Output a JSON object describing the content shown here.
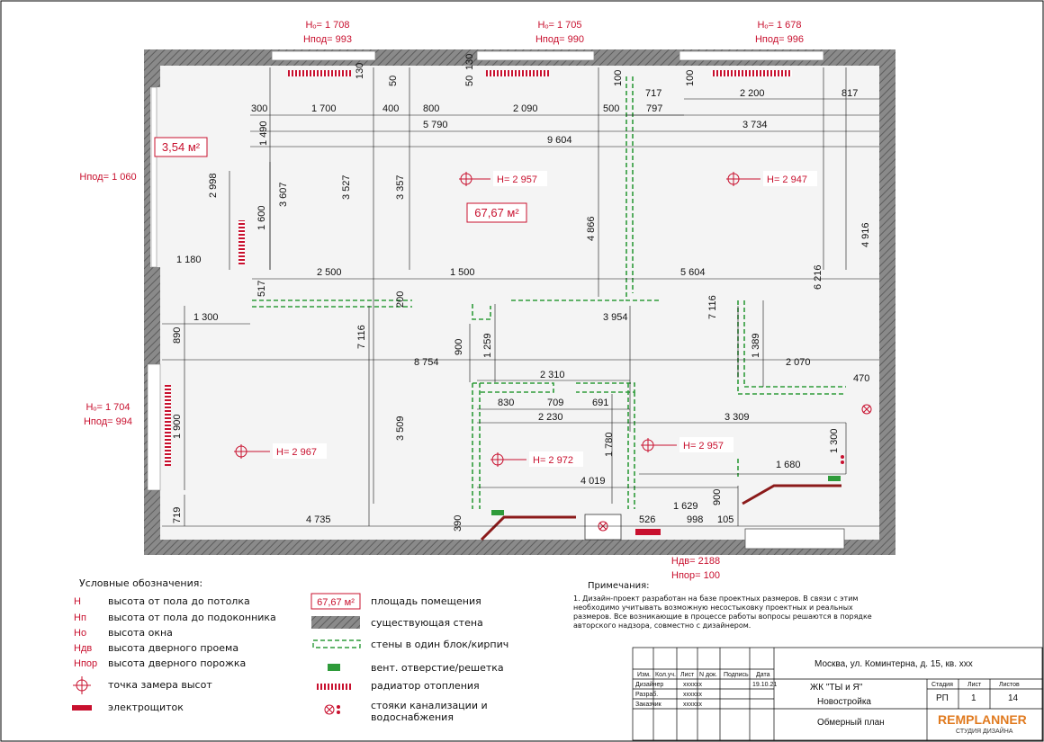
{
  "windows": [
    {
      "ho": "Hₒ= 1 708",
      "hpod": "Hпод= 993"
    },
    {
      "ho": "Hₒ= 1 705",
      "hpod": "Hпод= 990"
    },
    {
      "ho": "Hₒ= 1 678",
      "hpod": "Hпод= 996"
    }
  ],
  "left_labels": {
    "balcony_hpod": "Hпод= 1 060",
    "window_ho": "Hₒ= 1 704",
    "window_hpod": "Hпод= 994"
  },
  "door_labels": {
    "hdv": "Hдв= 2188",
    "hpor": "Hпор= 100"
  },
  "areas": {
    "balcony": "3,54 м²",
    "main": "67,67 м²"
  },
  "height_marks": [
    "H= 2 957",
    "H= 2 947",
    "H= 2 967",
    "H= 2 972",
    "H= 2 957"
  ],
  "dims": {
    "d130a": "130",
    "d50a": "50",
    "d50b": "50",
    "d130b": "130",
    "d100a": "100",
    "d100b": "100",
    "d300": "300",
    "d1700": "1 700",
    "d400": "400",
    "d800": "800",
    "d2090": "2 090",
    "d500": "500",
    "d797": "797",
    "d717": "717",
    "d2200": "2 200",
    "d817": "817",
    "d5790": "5 790",
    "d3734": "3 734",
    "d9604": "9 604",
    "d1490": "1 490",
    "d3607": "3 607",
    "d3527": "3 527",
    "d3357": "3 357",
    "d4866": "4 866",
    "d4916": "4 916",
    "d6216": "6 216",
    "d2998": "2 998",
    "d1180": "1 180",
    "d1600": "1 600",
    "d517": "517",
    "d2500": "2 500",
    "d1500": "1 500",
    "d5604": "5 604",
    "d200": "200",
    "d1300": "1 300",
    "d890": "890",
    "d7116a": "7 116",
    "d7116b": "7 116",
    "d3954": "3 954",
    "d900a": "900",
    "d1259": "1 259",
    "d8754": "8 754",
    "d1389": "1 389",
    "d2070": "2 070",
    "d470": "470",
    "d2310": "2 310",
    "d830": "830",
    "d709": "709",
    "d691": "691",
    "d2230": "2 230",
    "d3309": "3 309",
    "d1900": "1 900",
    "d3509": "3 509",
    "d1780": "1 780",
    "d1300b": "1 300",
    "d1680": "1 680",
    "d4019": "4 019",
    "d1629": "1 629",
    "d900b": "900",
    "d719": "719",
    "d4735": "4 735",
    "d390": "390",
    "d526": "526",
    "d998": "998",
    "d105": "105"
  },
  "legend_title": "Условные обозначения:",
  "legend_left": [
    {
      "sym": "H",
      "text": "высота от пола до потолка"
    },
    {
      "sym": "Hп",
      "text": "высота от пола до подоконника"
    },
    {
      "sym": "Hо",
      "text": "высота окна"
    },
    {
      "sym": "Hдв",
      "text": "высота дверного проема"
    },
    {
      "sym": "Hпор",
      "text": "высота дверного порожка"
    },
    {
      "sym": "",
      "text": "точка замера высот"
    },
    {
      "sym": "",
      "text": "электрощиток"
    }
  ],
  "legend_right": [
    {
      "sym": "67,67 м²",
      "text": "площадь помещения"
    },
    {
      "sym": "",
      "text": "существующая стена"
    },
    {
      "sym": "",
      "text": "стены в один блок/кирпич"
    },
    {
      "sym": "",
      "text": "вент. отверстие/решетка"
    },
    {
      "sym": "",
      "text": "радиатор отопления"
    },
    {
      "sym": "",
      "text": "стояки канализации и"
    },
    {
      "sym": "",
      "text": "водоснабжения"
    }
  ],
  "notes": {
    "title": "Примечания:",
    "lines": [
      "1. Дизайн-проект разработан на базе проектных размеров. В связи с этим",
      "необходимо учитывать возможную несостыковку проектных и реальных",
      "размеров. Все возникающие в процессе работы вопросы решаются в порядке",
      "авторского надзора, совместно с дизайнером."
    ]
  },
  "titleblock": {
    "address": "Москва, ул. Коминтерна, д. 15, кв. xxx",
    "complex": "ЖК \"ТЫ и Я\"",
    "type": "Новостройка",
    "sheet_title": "Обмерный план",
    "cols": [
      "Изм.",
      "Кол.уч.",
      "Лист",
      "N док.",
      "Подпись",
      "Дата"
    ],
    "rows": [
      {
        "role": "Дизайнер",
        "name": "xxxxxx",
        "date": "19.10.21"
      },
      {
        "role": "Разраб.",
        "name": "xxxxxx",
        "date": ""
      },
      {
        "role": "Заказчик",
        "name": "xxxxxx",
        "date": ""
      }
    ],
    "stage_h": "Стадия",
    "sheet_h": "Лист",
    "sheets_h": "Листов",
    "stage": "РП",
    "sheet": "1",
    "sheets": "14",
    "brand1": "REMPLANNER",
    "brand2": "СТУДИЯ ДИЗАЙНА"
  },
  "colors": {
    "red": "#c8102e",
    "wall": "#777777",
    "green": "#2e9b3a"
  }
}
